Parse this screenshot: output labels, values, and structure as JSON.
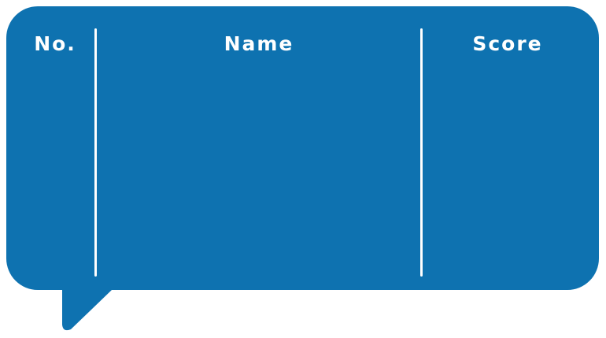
{
  "colors": {
    "bubble": "#0e72b0",
    "text": "#ffffff",
    "divider": "#ffffff",
    "background": "#ffffff"
  },
  "table": {
    "columns": [
      "No.",
      "Name",
      "Score"
    ],
    "rows": []
  }
}
